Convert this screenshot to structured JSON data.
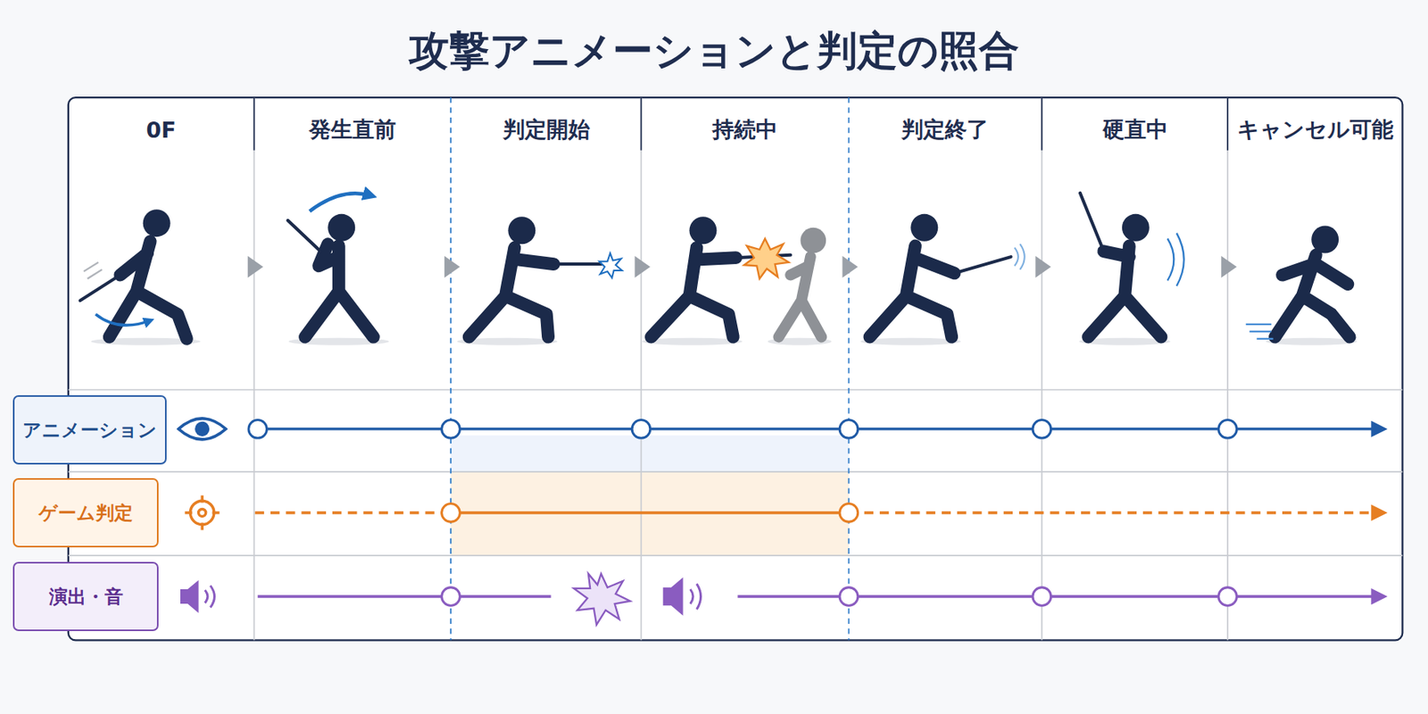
{
  "diagram": {
    "title": "攻撃アニメーションと判定の照合",
    "nodes": [
      {
        "text": [
          "アニメーション"
        ]
      },
      {
        "text": [
          "ゲーム判定"
        ]
      },
      {
        "text": [
          "演出・音"
        ]
      }
    ],
    "labels": [
      "0F",
      "発生直前",
      "判定開始",
      "持続中",
      "判定終了",
      "硬直中",
      "キャンセル可能"
    ]
  }
}
